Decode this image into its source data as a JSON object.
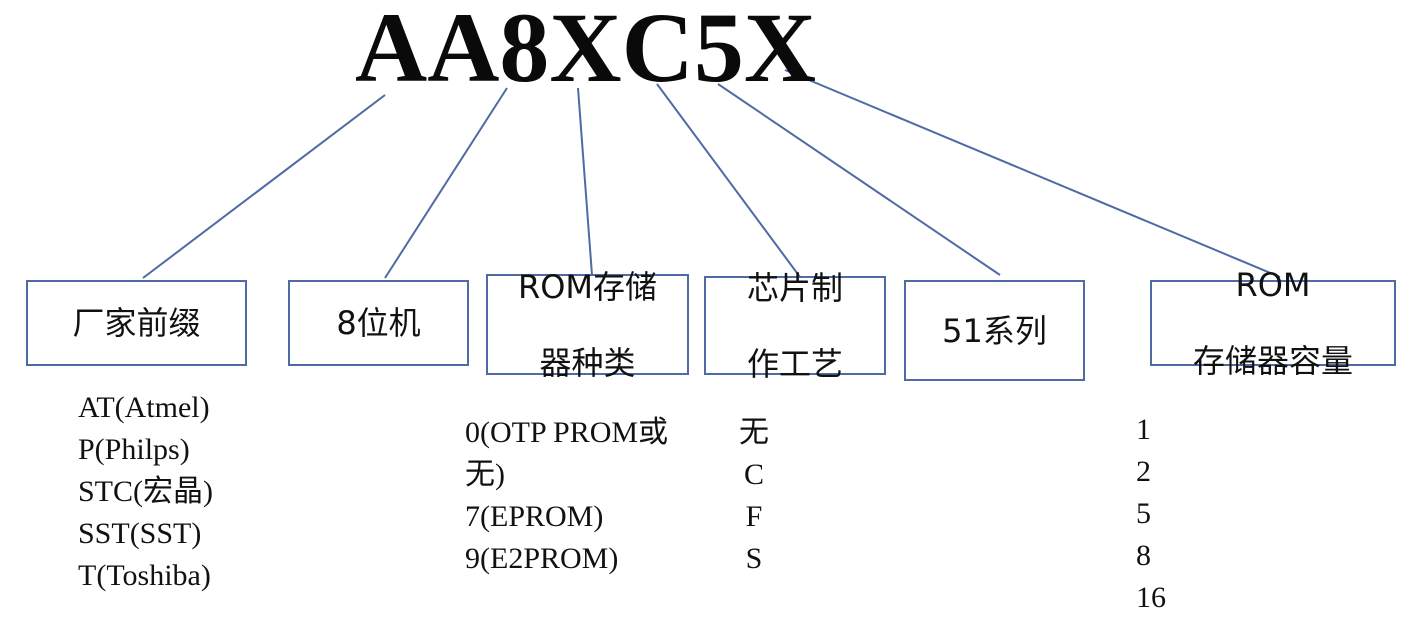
{
  "title": "AA8XC5X",
  "boxes": [
    {
      "line1": "厂家前缀",
      "line2": ""
    },
    {
      "line1": "8位机",
      "line2": ""
    },
    {
      "line1": "ROM存储",
      "line2": "器种类"
    },
    {
      "line1": "芯片制",
      "line2": "作工艺"
    },
    {
      "line1": "51系列",
      "line2": ""
    },
    {
      "line1": "ROM",
      "line2": "存储器容量"
    }
  ],
  "manufacturers": [
    "AT(Atmel)",
    "P(Philps)",
    "STC(宏晶)",
    "SST(SST)",
    "T(Toshiba)"
  ],
  "rom_types": [
    "0(OTP PROM或",
    "无)",
    "7(EPROM)",
    "9(E2PROM)"
  ],
  "process": [
    "无",
    "C",
    "F",
    "S"
  ],
  "capacity": [
    "1",
    "2",
    "5",
    "8",
    "16"
  ],
  "colors": {
    "box_border": "#4f6aa5",
    "connector": "#4f6aa5",
    "text": "#111111"
  }
}
